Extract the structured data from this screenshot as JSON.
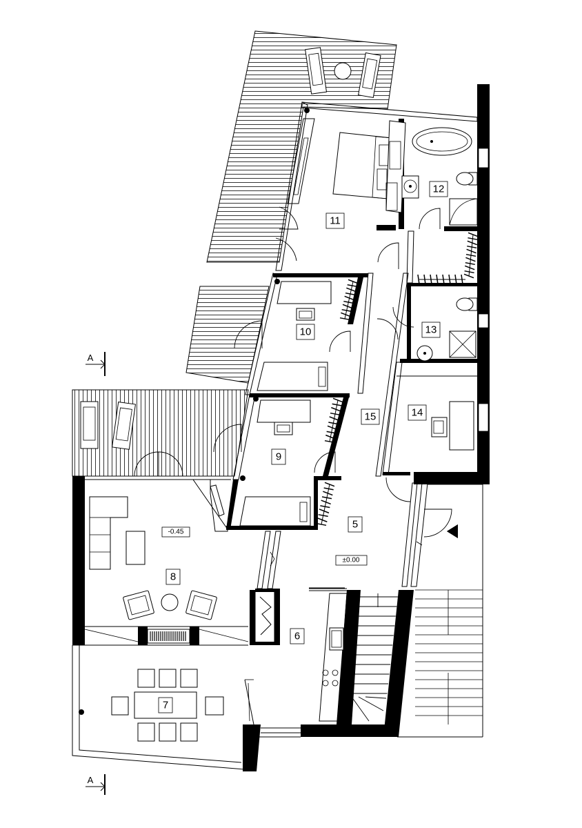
{
  "rooms": [
    {
      "id": "5",
      "label": "5"
    },
    {
      "id": "6",
      "label": "6"
    },
    {
      "id": "7",
      "label": "7"
    },
    {
      "id": "8",
      "label": "8"
    },
    {
      "id": "9",
      "label": "9"
    },
    {
      "id": "10",
      "label": "10"
    },
    {
      "id": "11",
      "label": "11"
    },
    {
      "id": "12",
      "label": "12"
    },
    {
      "id": "13",
      "label": "13"
    },
    {
      "id": "14",
      "label": "14"
    },
    {
      "id": "15",
      "label": "15"
    }
  ],
  "levels": {
    "living": "-0.45",
    "entrance": "±0.00"
  },
  "section_marker": "A",
  "colors": {
    "ink": "#000000",
    "paper": "#ffffff"
  }
}
